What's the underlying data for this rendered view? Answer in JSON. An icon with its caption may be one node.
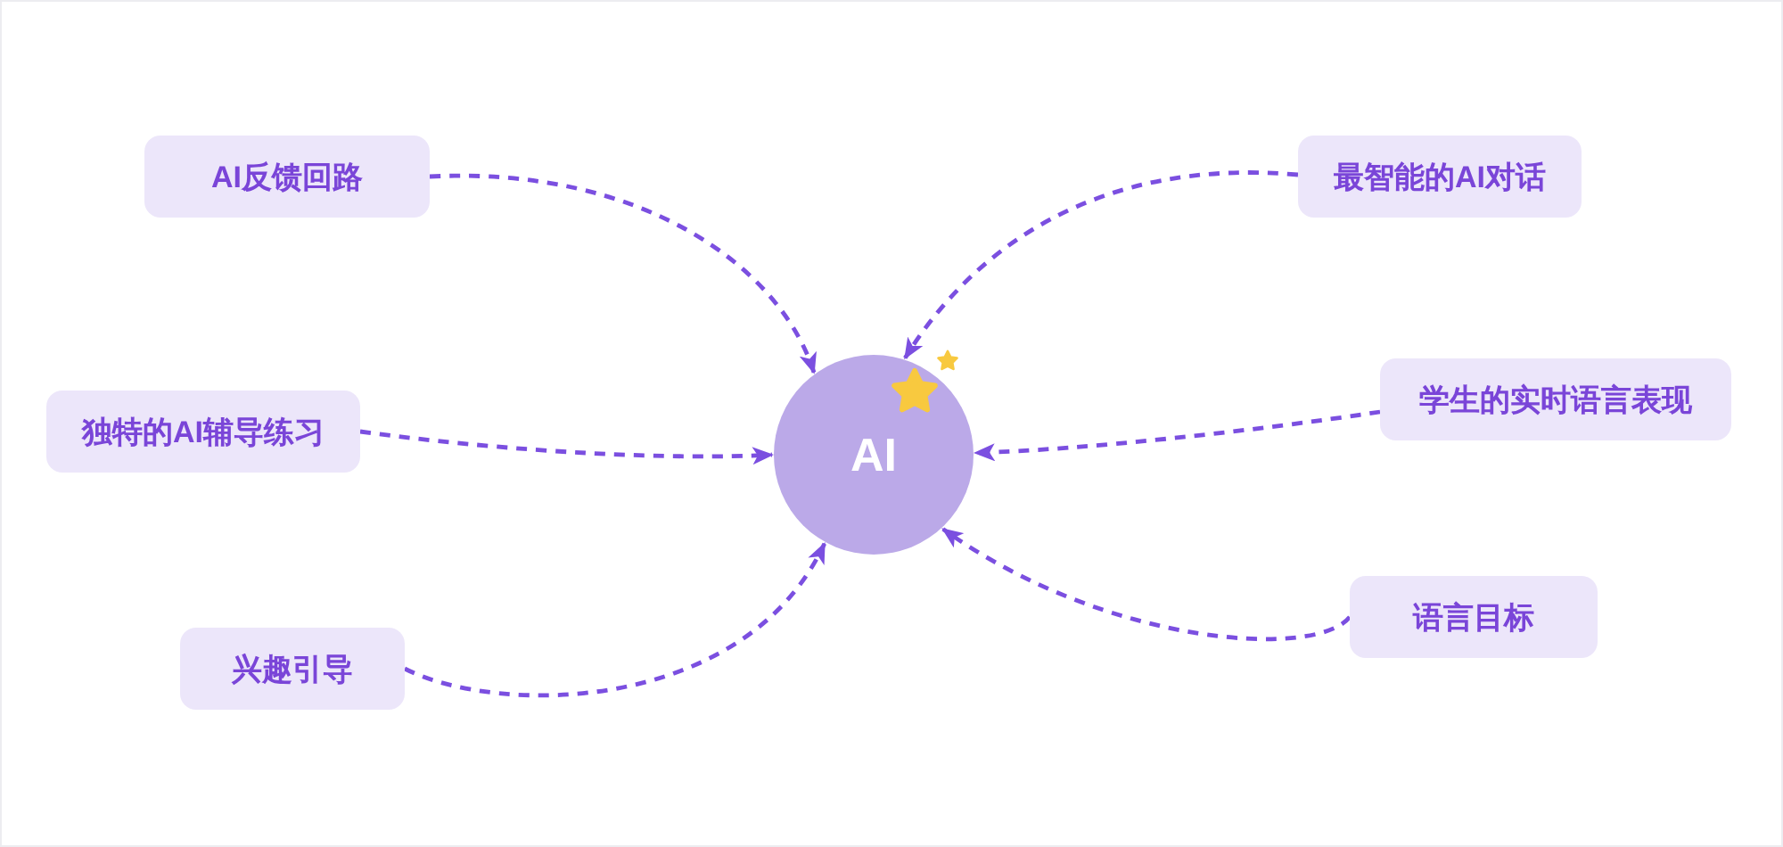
{
  "diagram": {
    "nodes": [
      {
        "text": [
          "AI反馈回路"
        ]
      },
      {
        "text": [
          "最智能的AI对话"
        ]
      },
      {
        "text": [
          "学生的实时语言表现"
        ]
      },
      {
        "text": [
          "独特的AI辅导练习"
        ]
      },
      {
        "text": [
          "AI"
        ]
      },
      {
        "text": [
          "语言目标"
        ]
      },
      {
        "text": [
          "兴趣引导"
        ]
      }
    ],
    "edges": [
      {
        "from": 0,
        "to": 4,
        "arrow": "to",
        "style": "dashed"
      },
      {
        "from": 1,
        "to": 4,
        "arrow": "to",
        "style": "dashed"
      },
      {
        "from": 2,
        "to": 4,
        "arrow": "to",
        "style": "dashed"
      },
      {
        "from": 3,
        "to": 4,
        "arrow": "to",
        "style": "dashed"
      },
      {
        "from": 5,
        "to": 4,
        "arrow": "to",
        "style": "dashed"
      },
      {
        "from": 6,
        "to": 4,
        "arrow": "to",
        "style": "dashed"
      }
    ]
  }
}
